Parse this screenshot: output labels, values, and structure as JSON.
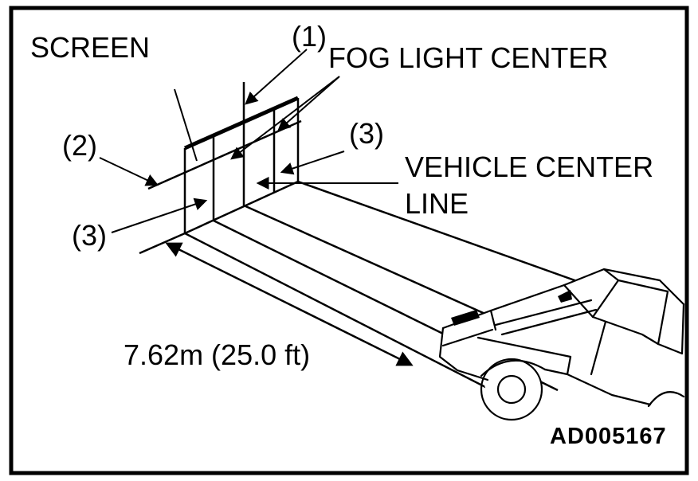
{
  "labels": {
    "screen": "SCREEN",
    "callout_1": "(1)",
    "callout_2": "(2)",
    "callout_3_top": "(3)",
    "callout_3_bottom": "(3)",
    "fog_light_center": "FOG LIGHT CENTER",
    "vehicle_center_line_1": "VEHICLE CENTER",
    "vehicle_center_line_2": "LINE",
    "distance": "7.62m (25.0 ft)",
    "figure_code": "AD005167"
  },
  "colors": {
    "line": "#000000",
    "background": "#ffffff"
  }
}
